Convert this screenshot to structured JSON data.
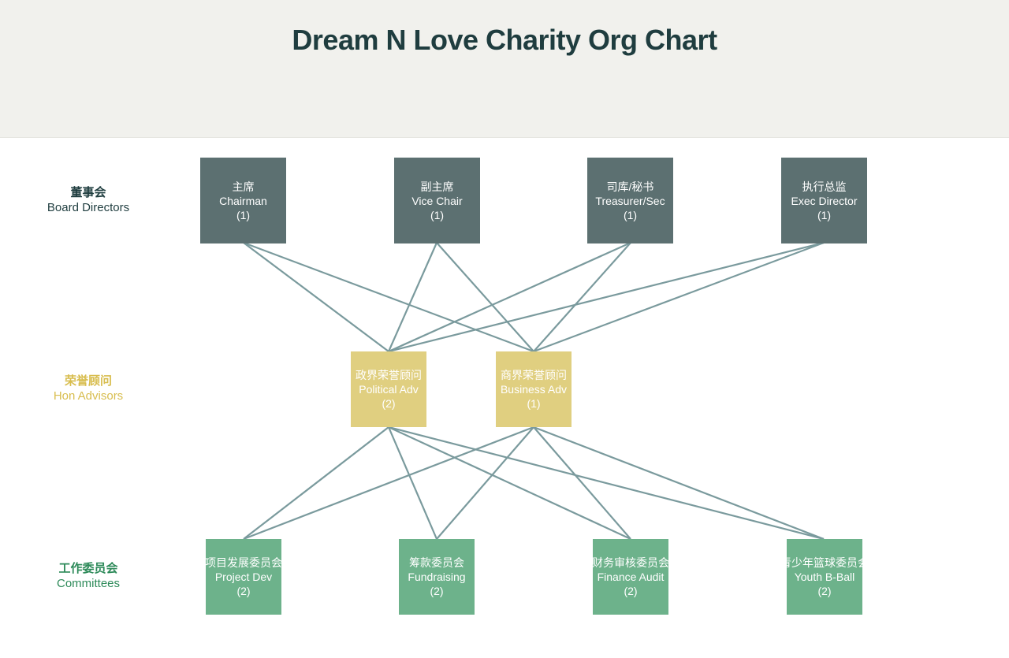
{
  "title": "Dream N Love Charity Org Chart",
  "rows": {
    "board": {
      "zh": "董事会",
      "en": "Board Directors"
    },
    "advisors": {
      "zh": "荣誉顾问",
      "en": "Hon Advisors"
    },
    "committees": {
      "zh": "工作委员会",
      "en": "Committees"
    }
  },
  "board": [
    {
      "zh": "主席",
      "en": "Chairman",
      "count": "(1)"
    },
    {
      "zh": "副主席",
      "en": "Vice Chair",
      "count": "(1)"
    },
    {
      "zh": "司库/秘书",
      "en": "Treasurer/Sec",
      "count": "(1)"
    },
    {
      "zh": "执行总监",
      "en": "Exec Director",
      "count": "(1)"
    }
  ],
  "advisors": [
    {
      "zh": "政界荣誉顾问",
      "en": "Political Adv",
      "count": "(2)"
    },
    {
      "zh": "商界荣誉顾问",
      "en": "Business Adv",
      "count": "(1)"
    }
  ],
  "committees": [
    {
      "zh": "项目发展委员会",
      "en": "Project Dev",
      "count": "(2)"
    },
    {
      "zh": "筹款委员会",
      "en": "Fundraising",
      "count": "(2)"
    },
    {
      "zh": "财务审核委员会",
      "en": "Finance Audit",
      "count": "(2)"
    },
    {
      "zh": "青少年篮球委员会",
      "en": "Youth B-Ball",
      "count": "(2)"
    }
  ],
  "colors": {
    "header_bg": "#f1f1ed",
    "title": "#1f3d3f",
    "board": "#5c7071",
    "advisors": "#e0cf80",
    "committees": "#6db28b",
    "edges": "#7a9a9d"
  }
}
